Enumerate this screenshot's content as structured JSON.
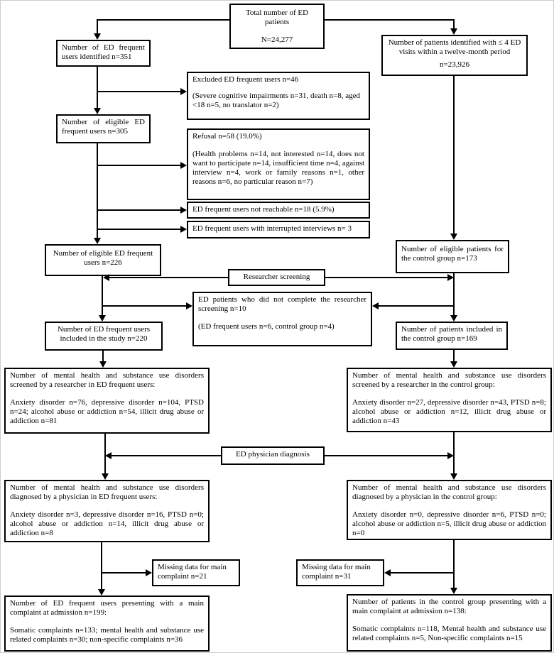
{
  "colors": {
    "line": "#000000",
    "border": "#000000",
    "background": "#ffffff"
  },
  "boxes": {
    "total": {
      "text": "Total number of ED patients",
      "n": "N=24,277"
    },
    "frequent_identified": {
      "text": "Number of ED frequent users identified n=351"
    },
    "low_visits": {
      "text": "Number of patients identified with ≤ 4 ED visits within a twelve-month period",
      "n": "n=23,926"
    },
    "excluded": {
      "title": "Excluded ED frequent users n=46",
      "detail": "(Severe cognitive impairments n=31, death n=8, aged <18 n=5, no translator n=2)"
    },
    "eligible_305": {
      "text": "Number of eligible ED frequent users n=305"
    },
    "refusal": {
      "title": "Refusal n=58 (19.0%)",
      "detail": "(Health problems n=14, not interested n=14, does not want to participate n=14, insufficient time n=4, against interview n=4, work or family reasons n=1, other reasons n=6, no particular reason n=7)"
    },
    "not_reachable": {
      "text": "ED frequent users not reachable n=18 (5.9%)"
    },
    "interrupted": {
      "text": "ED frequent users with interrupted interviews n= 3"
    },
    "eligible_226": {
      "text": "Number of eligible ED frequent users n=226"
    },
    "eligible_control": {
      "text": "Number of eligible patients for the control group n=173"
    },
    "researcher_screening": {
      "text": "Researcher screening"
    },
    "not_complete": {
      "title": "ED patients who did not complete the researcher screening n=10",
      "detail": "(ED frequent users n=6, control group n=4)"
    },
    "included_study": {
      "text": "Number of ED frequent users included in the study n=220"
    },
    "included_control": {
      "text": "Number of patients included in the control group n=169"
    },
    "screened_frequent": {
      "title": "Number of mental health and substance use disorders screened by a researcher in ED frequent users:",
      "detail": "Anxiety disorder n=76, depressive disorder n=104, PTSD n=24; alcohol abuse or addiction n=54, illicit drug abuse or addiction n=81"
    },
    "screened_control": {
      "title": "Number of mental health and substance use disorders screened by a researcher in the control group:",
      "detail": "Anxiety disorder n=27, depressive disorder n=43, PTSD n=8; alcohol abuse or addiction n=12, illicit drug abuse or addiction n=43"
    },
    "physician_diagnosis": {
      "text": "ED physician diagnosis"
    },
    "diagnosed_frequent": {
      "title": "Number of mental health and substance use disorders diagnosed by a physician in ED frequent users:",
      "detail": "Anxiety disorder n=3, depressive disorder n=16, PTSD n=0; alcohol abuse or addiction n=14, illicit drug abuse or addiction n=8"
    },
    "diagnosed_control": {
      "title": "Number of mental health and substance use disorders diagnosed by a physician in the control group:",
      "detail": "Anxiety disorder n=0, depressive disorder n=6, PTSD n=0; alcohol abuse or addiction n=5, illicit drug abuse or addiction n=0"
    },
    "missing_frequent": {
      "text": "Missing data for main complaint n=21"
    },
    "missing_control": {
      "text": "Missing data for main complaint n=31"
    },
    "complaint_frequent": {
      "title": "Number of ED frequent users presenting with a main complaint at admission n=199:",
      "detail": "Somatic complaints n=133; mental health and substance use related complaints n=30; non-specific complaints n=36"
    },
    "complaint_control": {
      "title": "Number of patients in the control group presenting with a main complaint at admission n=138:",
      "detail": "Somatic complaints n=118, Mental health and substance use related complaints n=5, Non-specific complaints n=15"
    }
  }
}
